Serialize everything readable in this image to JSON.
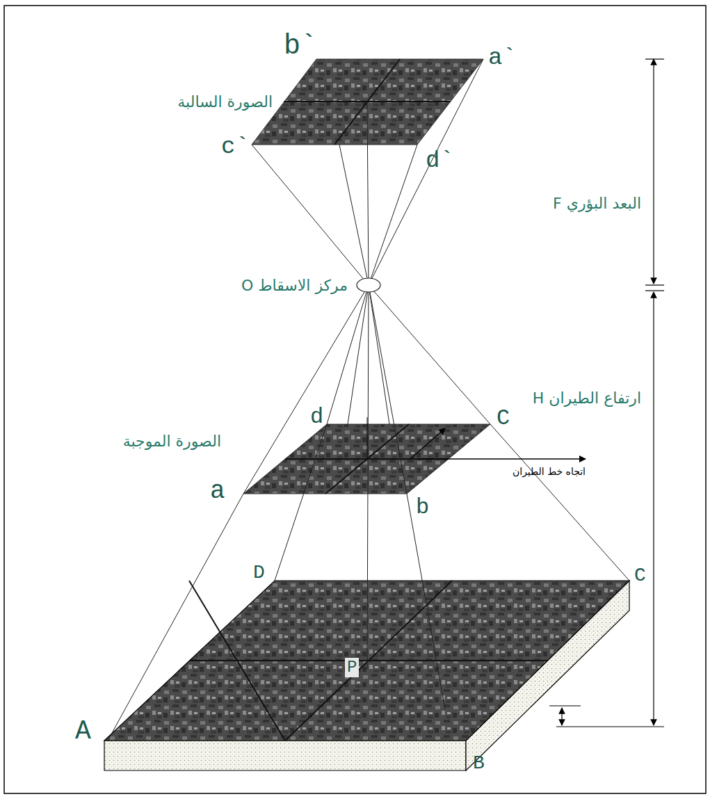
{
  "diagram": {
    "labels": [
      "b`",
      "a`",
      "الصورة السالبة",
      "c`",
      "d`",
      "البعد البؤري F",
      "مركز الاسقاط O",
      "ارتفاع الطيران H",
      "d",
      "C",
      "الصورة الموجبة",
      "اتجاه خط الطيران",
      "a",
      "b",
      "D",
      "C",
      "P",
      "A",
      "B"
    ]
  }
}
